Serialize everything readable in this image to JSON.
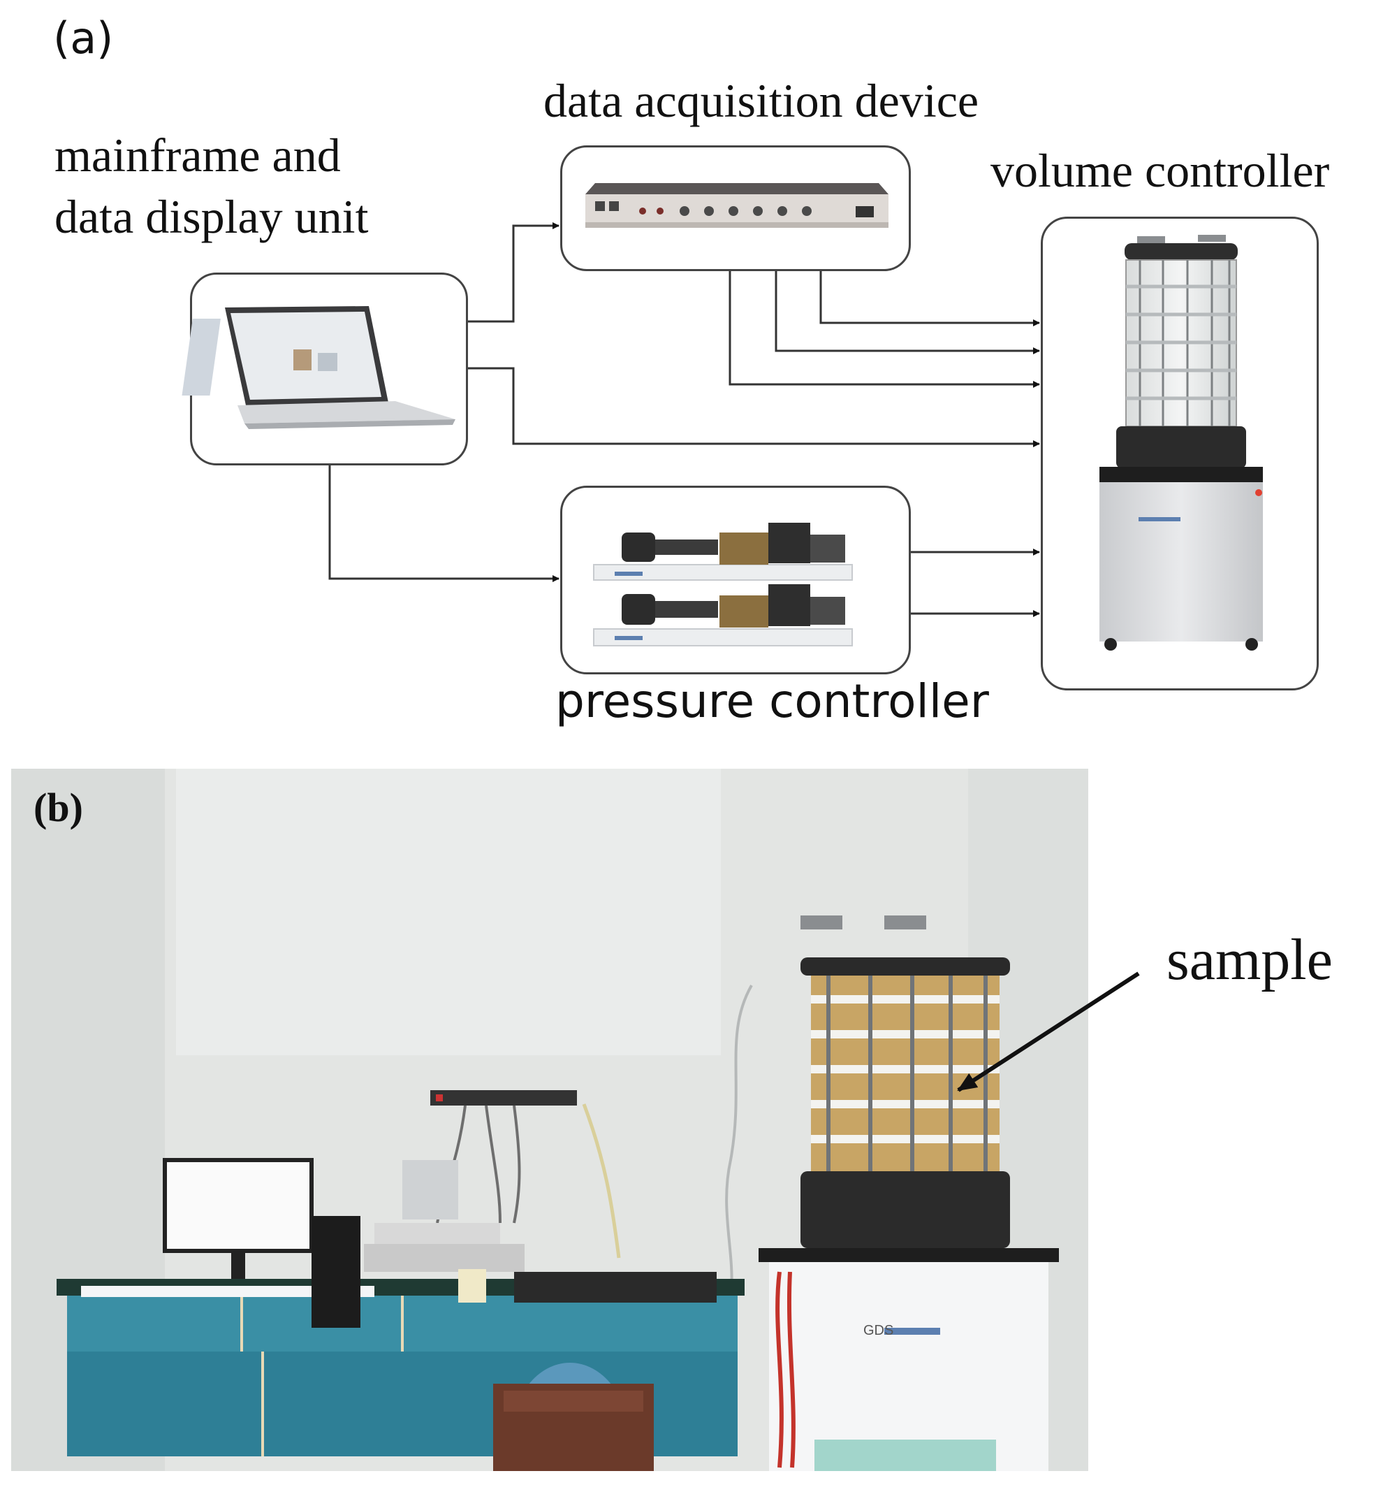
{
  "panel_a": {
    "label": "(a)",
    "nodes": {
      "mainframe": {
        "label_line1": "mainframe and",
        "label_line2": "data display unit"
      },
      "daq": {
        "label": "data acquisition device"
      },
      "volume": {
        "label": "volume controller"
      },
      "pressure": {
        "label": "pressure controller"
      }
    }
  },
  "panel_b": {
    "label": "(b)",
    "annotation": "sample",
    "device_logo": "GDS"
  }
}
